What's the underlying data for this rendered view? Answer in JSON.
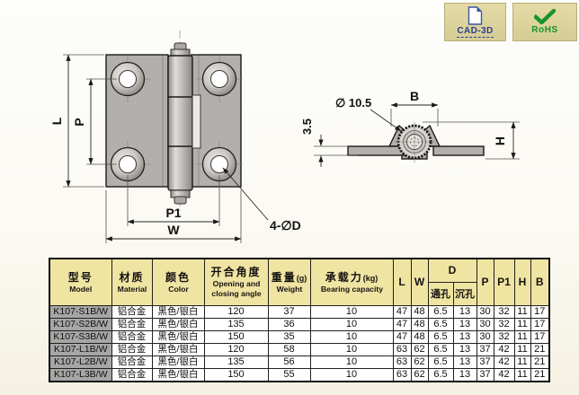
{
  "badges": {
    "cad3d_label": "CAD-3D",
    "rohs_label": "RoHS"
  },
  "front_view": {
    "dim_l": "L",
    "dim_p": "P",
    "dim_p1": "P1",
    "dim_w": "W",
    "holes_label": "4-∅D"
  },
  "side_view": {
    "dim_diameter": "∅ 10.5",
    "dim_b": "B",
    "dim_thickness": "3.5",
    "dim_h": "H"
  },
  "spec_table": {
    "header": {
      "model_cn": "型号",
      "model_en": "Model",
      "material_cn": "材质",
      "material_en": "Material",
      "color_cn": "颜色",
      "color_en": "Color",
      "angle_cn": "开合角度",
      "angle_en_line1": "Opening and",
      "angle_en_line2": "closing angle",
      "weight_cn": "重量",
      "weight_unit": "(g)",
      "weight_en": "Weight",
      "capacity_cn": "承载力",
      "capacity_unit": "(kg)",
      "capacity_en": "Bearing capacity",
      "col_l": "L",
      "col_w": "W",
      "col_d": "D",
      "d_through": "通孔",
      "d_countersunk": "沉孔",
      "col_p": "P",
      "col_p1": "P1",
      "col_h": "H",
      "col_b": "B"
    },
    "rows": [
      {
        "model": "K107-S1B/W",
        "material": "铝合金",
        "color": "黑色/银白",
        "angle": "120",
        "weight": "37",
        "capacity": "10",
        "l": "47",
        "w": "48",
        "d_through": "6.5",
        "d_countersunk": "13",
        "p": "30",
        "p1": "32",
        "h": "11",
        "b": "17"
      },
      {
        "model": "K107-S2B/W",
        "material": "铝合金",
        "color": "黑色/银白",
        "angle": "135",
        "weight": "36",
        "capacity": "10",
        "l": "47",
        "w": "48",
        "d_through": "6.5",
        "d_countersunk": "13",
        "p": "30",
        "p1": "32",
        "h": "11",
        "b": "17"
      },
      {
        "model": "K107-S3B/W",
        "material": "铝合金",
        "color": "黑色/银白",
        "angle": "150",
        "weight": "35",
        "capacity": "10",
        "l": "47",
        "w": "48",
        "d_through": "6.5",
        "d_countersunk": "13",
        "p": "30",
        "p1": "32",
        "h": "11",
        "b": "17"
      },
      {
        "model": "K107-L1B/W",
        "material": "铝合金",
        "color": "黑色/银白",
        "angle": "120",
        "weight": "58",
        "capacity": "10",
        "l": "63",
        "w": "62",
        "d_through": "6.5",
        "d_countersunk": "13",
        "p": "37",
        "p1": "42",
        "h": "11",
        "b": "21"
      },
      {
        "model": "K107-L2B/W",
        "material": "铝合金",
        "color": "黑色/银白",
        "angle": "135",
        "weight": "56",
        "capacity": "10",
        "l": "63",
        "w": "62",
        "d_through": "6.5",
        "d_countersunk": "13",
        "p": "37",
        "p1": "42",
        "h": "11",
        "b": "21"
      },
      {
        "model": "K107-L3B/W",
        "material": "铝合金",
        "color": "黑色/银白",
        "angle": "150",
        "weight": "55",
        "capacity": "10",
        "l": "63",
        "w": "62",
        "d_through": "6.5",
        "d_countersunk": "13",
        "p": "37",
        "p1": "42",
        "h": "11",
        "b": "21"
      }
    ]
  },
  "colors": {
    "header_bg": "#f0e4a3",
    "model_cell_bg": "#a6a6a6",
    "badge_bg": "#dcd39c",
    "cad_blue": "#2b3f8e",
    "rohs_green": "#149321",
    "metal_gray": "#b3afac"
  }
}
